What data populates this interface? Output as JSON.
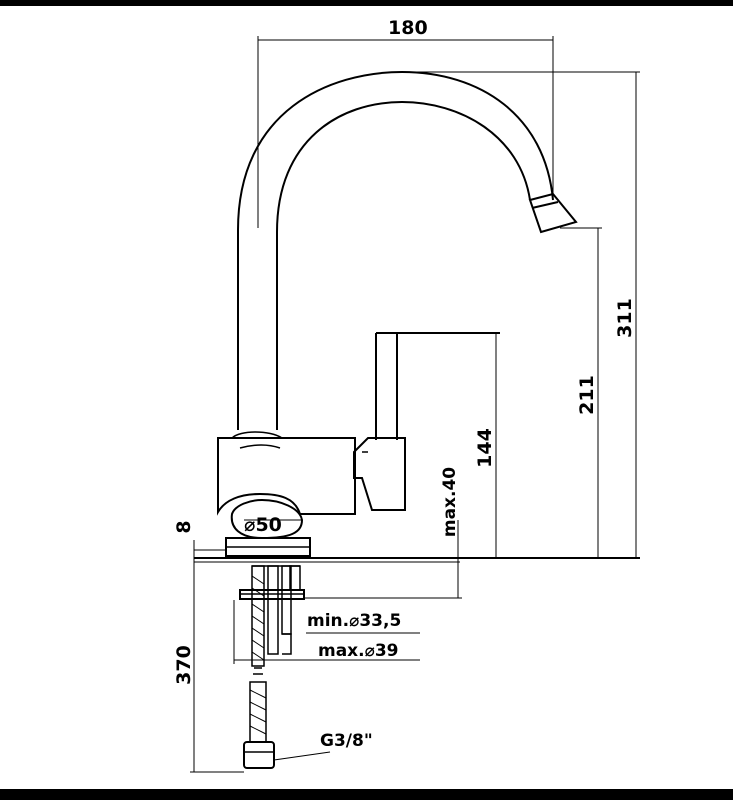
{
  "dimensions": {
    "width_spout": "180",
    "height_total": "311",
    "height_spout_outlet": "211",
    "height_lever": "144",
    "max_deck_thickness": "max.40",
    "base_thickness": "8",
    "base_diameter": "⌀50",
    "hose_length": "370",
    "min_hole_diameter": "min.⌀33,5",
    "max_hole_diameter": "max.⌀39",
    "connector_thread": "G3/8\""
  },
  "colors": {
    "line": "#000000",
    "background": "#ffffff",
    "frame": "#000000"
  }
}
